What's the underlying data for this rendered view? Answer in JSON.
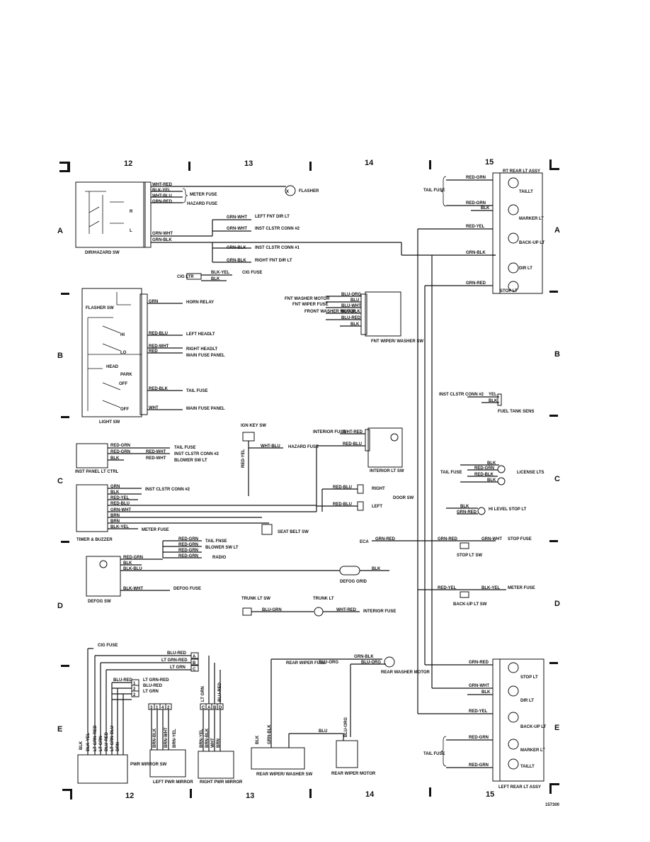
{
  "grid": {
    "columns_top": [
      "12",
      "13",
      "14",
      "15"
    ],
    "columns_bottom": [
      "12",
      "13",
      "14",
      "15"
    ],
    "rows_left": [
      "A",
      "B",
      "C",
      "D",
      "E"
    ],
    "rows_right": [
      "A",
      "B",
      "C",
      "D",
      "E"
    ]
  },
  "components": {
    "dir_hazard_sw": "DIR/HAZARD SW",
    "flasher": "FLASHER",
    "light_sw": "LIGHT SW",
    "flasher_sw": "FLASHER SW",
    "inst_panel_lt_ctrl": "INST PANEL LT CTRL",
    "timer_buzzer": "TIMER & BUZZER",
    "defog_sw": "DEFOG SW",
    "pwr_mirror_sw": "PWR MIRROR SW",
    "left_pwr_mirror": "LEFT PWR MIRROR",
    "right_pwr_mirror": "RIGHT PWR MIRROR",
    "rear_wiper_washer_sw": "REAR WIPER/ WASHER SW",
    "rear_wiper_motor": "REAR WIPER MOTOR",
    "rear_washer_motor": "REAR WASHER MOTOR",
    "fnt_wiper_washer_sw": "FNT WIPER/ WASHER SW",
    "interior_lt_sw": "INTERIOR LT SW",
    "ign_key_sw": "IGN KEY SW",
    "seat_belt_sw": "SEAT BELT SW",
    "defog_grid": "DEFOG GRID",
    "trunk_lt_sw": "TRUNK LT SW",
    "trunk_lt": "TRUNK LT",
    "rt_rear_lt_assy": "RT REAR LT ASSY",
    "left_rear_lt_assy": "LEFT REAR LT ASSY",
    "fuel_tank_sens": "FUEL TANK SENS",
    "license_lts": "LICENSE LTS",
    "hi_level_stop_lt": "HI LEVEL STOP LT",
    "stop_lt_sw": "STOP LT SW",
    "back_up_lt_sw": "BACK-UP LT SW",
    "eca": "ECA",
    "cig_ltr": "CIG LTR",
    "radio": "RADIO",
    "door_sw": "DOOR SW"
  },
  "wires": {
    "wht_red": "WHT-RED",
    "blk_yel": "BLK-YEL",
    "wht_blu": "WHT-BLU",
    "grn_red": "GRN-RED",
    "grn_wht": "GRN-WHT",
    "grn_blk": "GRN-BLK",
    "blk": "BLK",
    "grn": "GRN",
    "red_blu": "RED-BLU",
    "red_wht": "RED-WHT",
    "red": "RED",
    "red_blk": "RED-BLK",
    "wht": "WHT",
    "red_grn": "RED-GRN",
    "red_yel": "RED-YEL",
    "brn": "BRN",
    "blu_red": "BLU-RED",
    "lt_grn_red": "LT GRN-RED",
    "lt_grn": "LT GRN",
    "blu_org": "BLU-ORG",
    "blu": "BLU",
    "blu_wht": "BLU-WHT",
    "blu_blk": "BLU-BLK",
    "blu_grn": "BLU-GRN",
    "blk_blu": "BLK-BLU",
    "blk_wht": "BLK-WHT",
    "yel": "YEL",
    "lt_grn_blu": "LT GRN-BLU",
    "brn_blk": "BRN-BLK",
    "brn_wht": "BRN-WHT",
    "brn_yel": "BRN-YEL"
  },
  "destinations": {
    "meter_fuse": "METER FUSE",
    "hazard_fuse": "HAZARD FUSE",
    "left_fnt_dir_lt": "LEFT FNT DIR LT",
    "inst_clstr_conn2": "INST CLSTR CONN #2",
    "inst_clstr_conn1": "INST CLSTR CONN #1",
    "right_fnt_dir_lt": "RIGHT FNT DIR LT",
    "cig_fuse": "CIG FUSE",
    "horn_relay": "HORN RELAY",
    "left_headlt": "LEFT HEADLT",
    "right_headlt": "RIGHT HEADLT",
    "main_fuse_panel": "MAIN FUSE PANEL",
    "tail_fuse": "TAIL FUSE",
    "blower_sw_lt": "BLOWER SW LT",
    "defog_fuse": "DEFOG FUSE",
    "interior_fuse": "INTERIOR FUSE",
    "fnt_washer_motor": "FNT WASHER MOTOR",
    "fnt_wiper_fuse": "FNT WIPER FUSE",
    "front_washer_motor": "FRONT WASHER MOTOR",
    "stop_fuse": "STOP FUSE",
    "rear_wiper_fuse": "REAR WIPER FUSE",
    "tail_fnse": "TAIL FNSE"
  },
  "sw_positions": {
    "r": "R",
    "l": "L",
    "hi": "HI",
    "lo": "LO",
    "head": "HEAD",
    "park": "PARK",
    "off": "OFF",
    "right": "RIGHT",
    "left": "LEFT"
  },
  "lamps": {
    "taillt": "TAILLT",
    "marker_lt": "MARKER LT",
    "back_up_lt": "BACK-UP LT",
    "dir_lt": "DIR LT",
    "stop_lt": "STOP LT"
  },
  "pins": [
    "A",
    "B",
    "C",
    "1",
    "2",
    "3",
    "4",
    "D"
  ],
  "figure_id": "157300"
}
